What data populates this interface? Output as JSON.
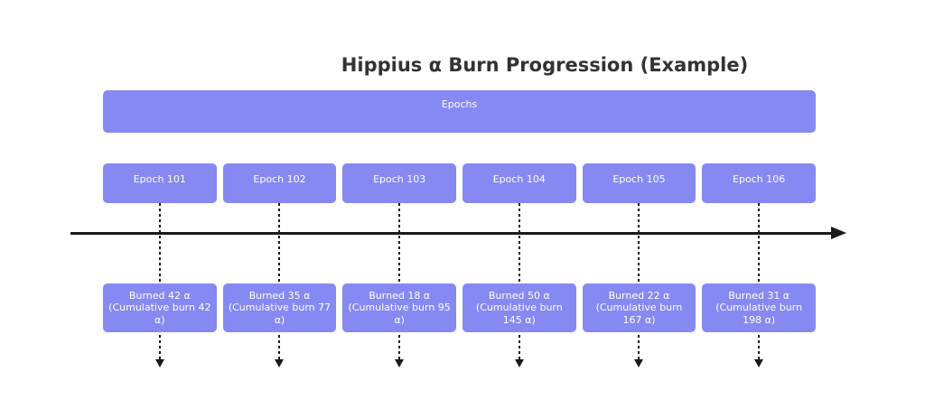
{
  "title": "Hippius α Burn Progression (Example)",
  "timeline": {
    "header": "Epochs",
    "columns": [
      {
        "epoch": "Epoch 101",
        "burned": 42,
        "cumulative": 42,
        "burn_lines": [
          "Burned 42 α",
          "(Cumulative burn 42",
          "α)"
        ]
      },
      {
        "epoch": "Epoch 102",
        "burned": 35,
        "cumulative": 77,
        "burn_lines": [
          "Burned 35 α",
          "(Cumulative burn 77",
          "α)"
        ]
      },
      {
        "epoch": "Epoch 103",
        "burned": 18,
        "cumulative": 95,
        "burn_lines": [
          "Burned 18 α",
          "(Cumulative burn 95",
          "α)"
        ]
      },
      {
        "epoch": "Epoch 104",
        "burned": 50,
        "cumulative": 145,
        "burn_lines": [
          "Burned 50 α",
          "(Cumulative burn",
          "145 α)"
        ]
      },
      {
        "epoch": "Epoch 105",
        "burned": 22,
        "cumulative": 167,
        "burn_lines": [
          "Burned 22 α",
          "(Cumulative burn",
          "167 α)"
        ]
      },
      {
        "epoch": "Epoch 106",
        "burned": 31,
        "cumulative": 198,
        "burn_lines": [
          "Burned 31 α",
          "(Cumulative burn",
          "198 α)"
        ]
      }
    ]
  },
  "colors": {
    "box_fill": "#8689F1",
    "box_text": "#FFFFFF",
    "title_text": "#333333",
    "line": "#1A1A1A",
    "background": "#FFFFFF"
  }
}
